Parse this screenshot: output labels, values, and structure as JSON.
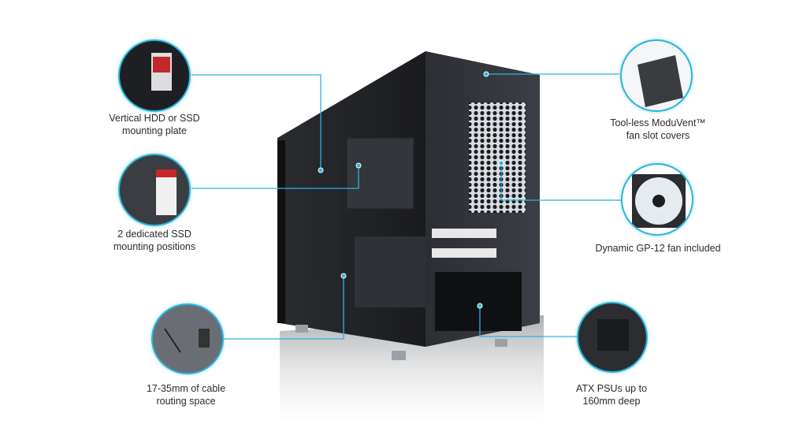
{
  "accent_color": "#2ab5dc",
  "product": "Mini-tower PC case (rear/side view)",
  "callouts": [
    {
      "id": "hdd",
      "label_line1": "Vertical HDD or SSD",
      "label_line2": "mounting plate",
      "icon": "hdd-mount-icon"
    },
    {
      "id": "ssd",
      "label_line1": "2 dedicated SSD",
      "label_line2": "mounting positions",
      "icon": "ssd-mount-icon"
    },
    {
      "id": "cable",
      "label_line1": "17-35mm of cable",
      "label_line2": "routing space",
      "icon": "cable-routing-icon"
    },
    {
      "id": "moduvent",
      "label_line1": "Tool-less ModuVent™",
      "label_line2": "fan slot covers",
      "icon": "fan-slot-cover-icon"
    },
    {
      "id": "fan",
      "label_line1": "Dynamic GP-12 fan included",
      "label_line2": "",
      "icon": "fan-icon"
    },
    {
      "id": "psu",
      "label_line1": "ATX PSUs up to",
      "label_line2": "160mm deep",
      "icon": "psu-bay-icon"
    }
  ]
}
